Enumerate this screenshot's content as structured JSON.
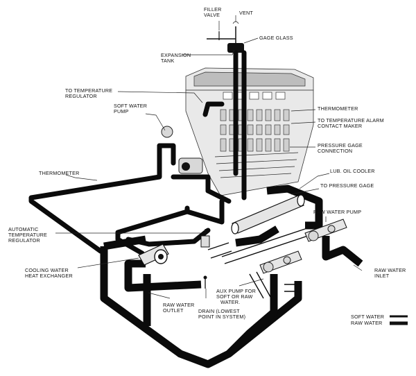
{
  "labels": {
    "filler_valve": [
      "FILLER",
      "VALVE"
    ],
    "vent": "VENT",
    "gage_glass": "GAGE GLASS",
    "expansion_tank": [
      "EXPANSION",
      "TANK"
    ],
    "to_temperature_regulator": [
      "TO TEMPERATURE",
      "REGULATOR"
    ],
    "soft_water_pump": [
      "SOFT  WATER",
      "PUMP"
    ],
    "thermometer_upper": "THERMOMETER",
    "to_temperature_alarm": [
      "TO TEMPERATURE ALARM",
      "CONTACT MAKER"
    ],
    "pressure_gage_connection": [
      "PRESSURE GAGE",
      "CONNECTION"
    ],
    "thermometer_left": "THERMOMETER",
    "lub_oil_cooler": "LUB. OIL COOLER",
    "to_pressure_gage": "TO PRESSURE GAGE",
    "automatic_temperature_regulator": [
      "AUTOMATIC",
      "TEMPERATURE",
      "REGULATOR"
    ],
    "raw_water_pump": "RAW WATER PUMP",
    "cooling_water_heat_exchanger": [
      "COOLING WATER",
      "HEAT EXCHANGER"
    ],
    "raw_water_inlet": [
      "RAW WATER",
      "INLET"
    ],
    "raw_water_outlet": [
      "RAW WATER",
      "OUTLET"
    ],
    "aux_pump": [
      "AUX PUMP FOR",
      "SOFT OR RAW",
      "WATER."
    ],
    "drain": [
      "DRAIN (LOWEST",
      "POINT IN SYSTEM)"
    ]
  },
  "legend": {
    "soft_water": "SOFT WATER",
    "raw_water": "RAW WATER"
  }
}
